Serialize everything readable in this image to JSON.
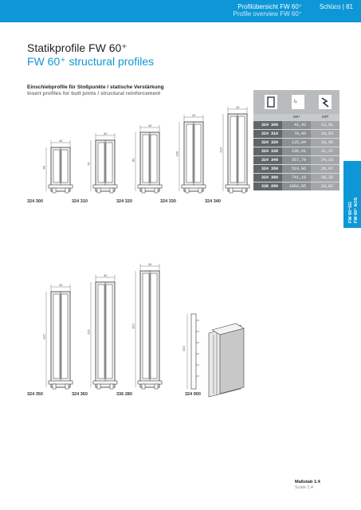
{
  "header": {
    "title_de": "Profilübersicht FW 60⁺",
    "title_en": "Profile overview FW 60⁺",
    "brand_page": "Schüco | 81"
  },
  "page": {
    "title_de": "Statikprofile FW 60⁺",
    "title_en": "FW 60⁺ structural profiles"
  },
  "section": {
    "title_de": "Einschiebprofile für Stoßpunkte / statische Verstärkung",
    "title_en": "Insert profiles for butt joints / structural reinforcement"
  },
  "table": {
    "icons": [
      "profile-section-icon",
      "moment-of-inertia-icon",
      "bending-icon"
    ],
    "units": [
      "cm⁴",
      "cm³"
    ],
    "rows": [
      {
        "art": "324 300",
        "v1": "41,42",
        "v2": "13,91"
      },
      {
        "art": "324 310",
        "v1": "78,46",
        "v2": "16,53"
      },
      {
        "art": "324 320",
        "v1": "125,84",
        "v2": "18,56"
      },
      {
        "art": "324 330",
        "v1": "236,91",
        "v2": "21,37"
      },
      {
        "art": "324 340",
        "v1": "357,79",
        "v2": "24,18"
      },
      {
        "art": "324 350",
        "v1": "519,96",
        "v2": "26,97"
      },
      {
        "art": "324 360",
        "v1": "741,19",
        "v2": "30,20"
      },
      {
        "art": "336 280",
        "v1": "1062,65",
        "v2": "33,02"
      }
    ]
  },
  "side_tab": {
    "line1": "FW 60⁺SG",
    "line2": "FW 60⁺ AOS"
  },
  "profiles_row1": [
    {
      "label": "324 300",
      "width_dim": "40",
      "height_dim": "60"
    },
    {
      "label": "324 310",
      "width_dim": "40",
      "height_dim": "70"
    },
    {
      "label": "324 320",
      "width_dim": "40",
      "height_dim": "80"
    },
    {
      "label": "324 330",
      "width_dim": "40",
      "height_dim": "100"
    },
    {
      "label": "324 340",
      "width_dim": "40",
      "height_dim": "115"
    }
  ],
  "profiles_row2": [
    {
      "label": "324 350",
      "width_dim": "40",
      "height_dim": "125"
    },
    {
      "label": "324 360",
      "width_dim": "40",
      "height_dim": "135"
    },
    {
      "label": "336 280",
      "width_dim": "40",
      "height_dim": "150"
    },
    {
      "label": "324 900",
      "width_dim": "",
      "height_dim": "100"
    }
  ],
  "scale": {
    "de": "Maßstab 1:4",
    "en": "Scale 1:4"
  }
}
